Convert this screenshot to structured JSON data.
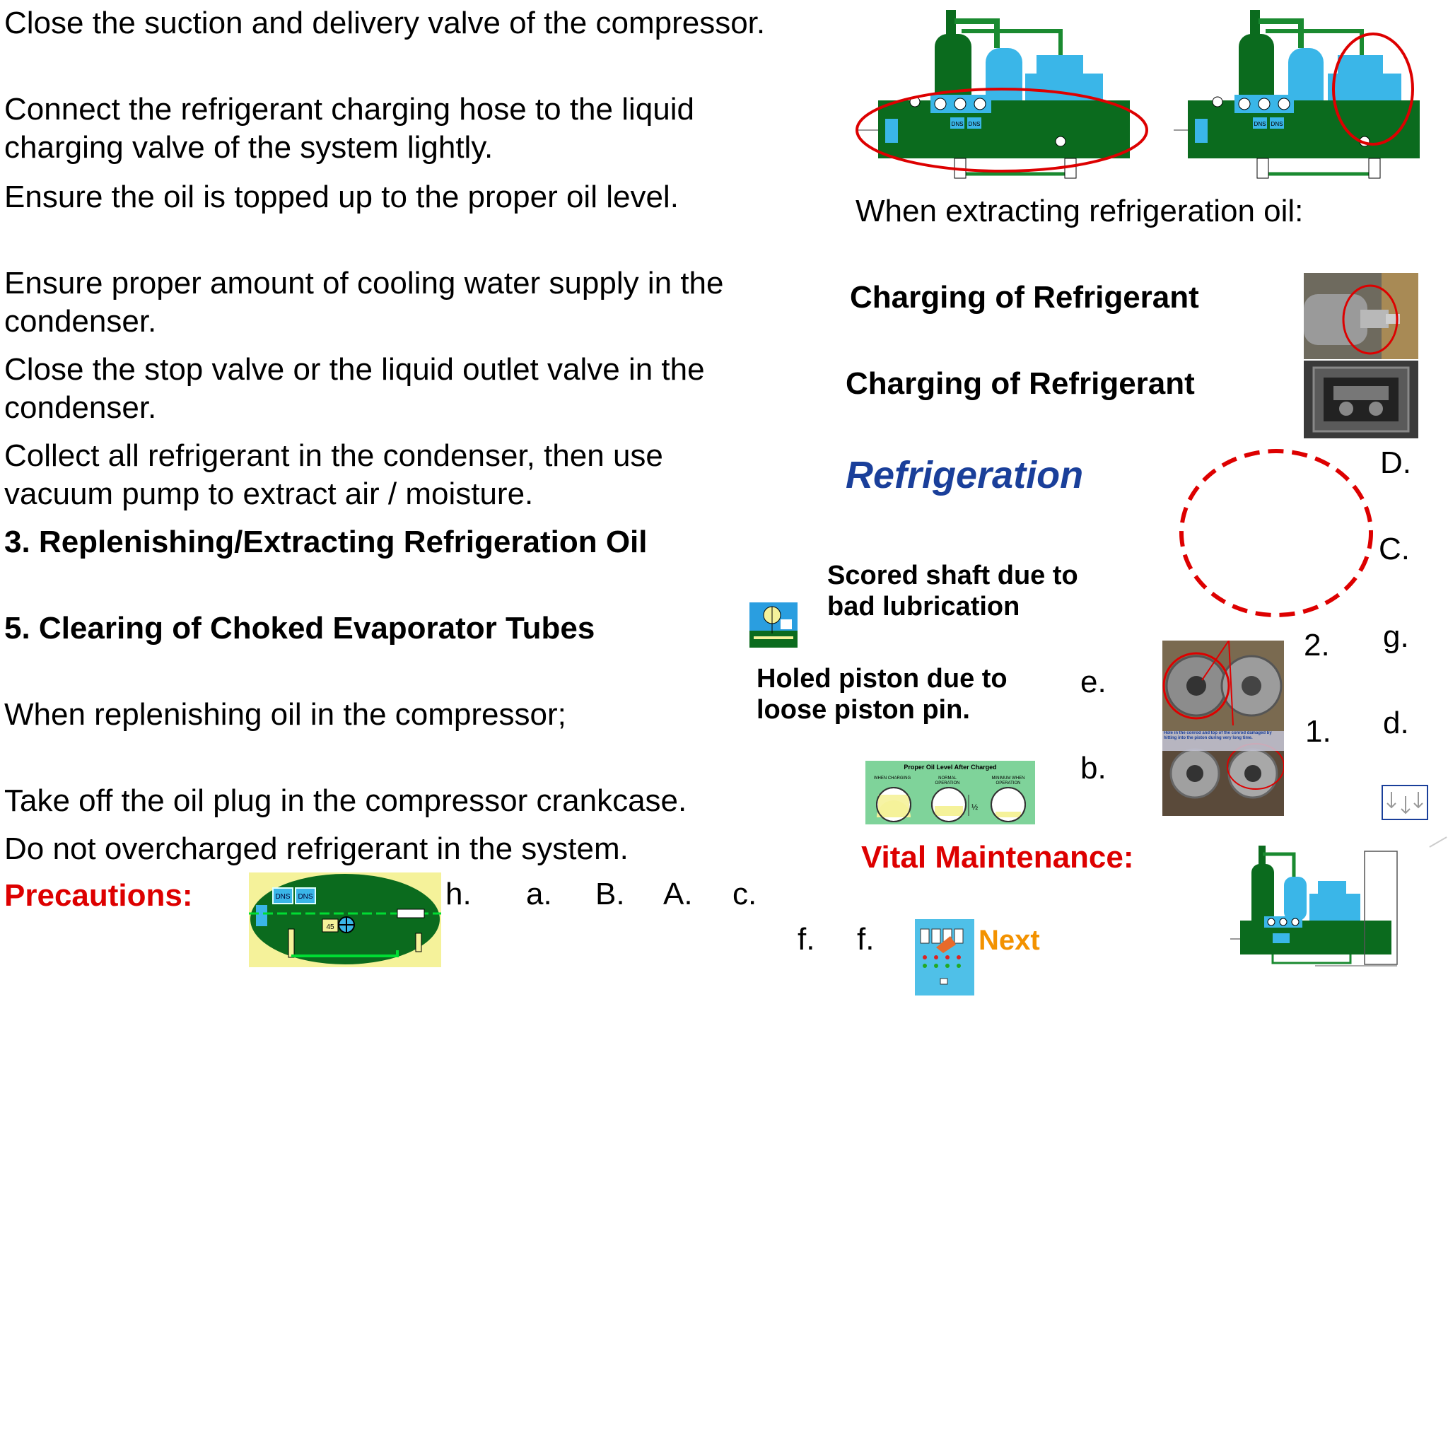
{
  "left_text": {
    "line1": "Close the suction and delivery valve of the compressor.",
    "line2a": "Connect the refrigerant charging hose to the liquid",
    "line2b": "charging valve of the system lightly.",
    "line3": "Ensure the oil is topped up to the proper oil level.",
    "line4a": "Ensure proper amount of cooling water supply in the",
    "line4b": "condenser.",
    "line5a": "Close the stop valve or the liquid outlet valve in the",
    "line5b": "condenser.",
    "line6a": "Collect all refrigerant in the condenser, then use",
    "line6b": "vacuum pump to extract air / moisture.",
    "heading3": "3. Replenishing/Extracting Refrigeration Oil",
    "heading5": "5. Clearing of Choked Evaporator Tubes",
    "line7": "When replenishing oil in the compressor;",
    "line8": "Take off the oil plug in the compressor crankcase.",
    "line9": "Do not overcharged refrigerant in the system.",
    "precautions": "Precautions:"
  },
  "right_text": {
    "extracting": "When extracting refrigeration oil:",
    "charging1": "Charging of Refrigerant",
    "charging2": "Charging of Refrigerant",
    "refrigeration": "Refrigeration",
    "scored_a": "Scored shaft due to",
    "scored_b": "bad lubrication",
    "holed_a": "Holed piston due to",
    "holed_b": "loose piston pin.",
    "vital": "Vital Maintenance:",
    "next": "Next"
  },
  "markers": {
    "h": "h.",
    "a": "a.",
    "B": "B.",
    "A": "A.",
    "c": "c.",
    "f1": "f.",
    "f2": "f.",
    "e": "e.",
    "b": "b.",
    "D": "D.",
    "C": "C.",
    "g": "g.",
    "d": "d.",
    "n2": "2.",
    "n1": "1."
  },
  "oil_level_chart": {
    "title": "Proper Oil Level After Charged",
    "when_charging": "WHEN CHARGING",
    "normal": "NORMAL OPERATION",
    "minimum": "MINIMUM WHEN OPERATION",
    "half": "½"
  },
  "piston_caption": "Hole in the conrod and top of the conrod damaged by hitting into the piston during very long time.",
  "diagram_labels": {
    "dns": "DNS",
    "gauge_45": "45"
  },
  "colors": {
    "machine_green": "#0b6b1e",
    "machine_blue": "#3ab6e8",
    "highlight_red": "#dd0000",
    "refrigeration_blue": "#1a3f9a",
    "next_orange": "#f39200",
    "oil_chart_bg": "#7fd39a",
    "yellow_bg": "#f5f29a"
  }
}
